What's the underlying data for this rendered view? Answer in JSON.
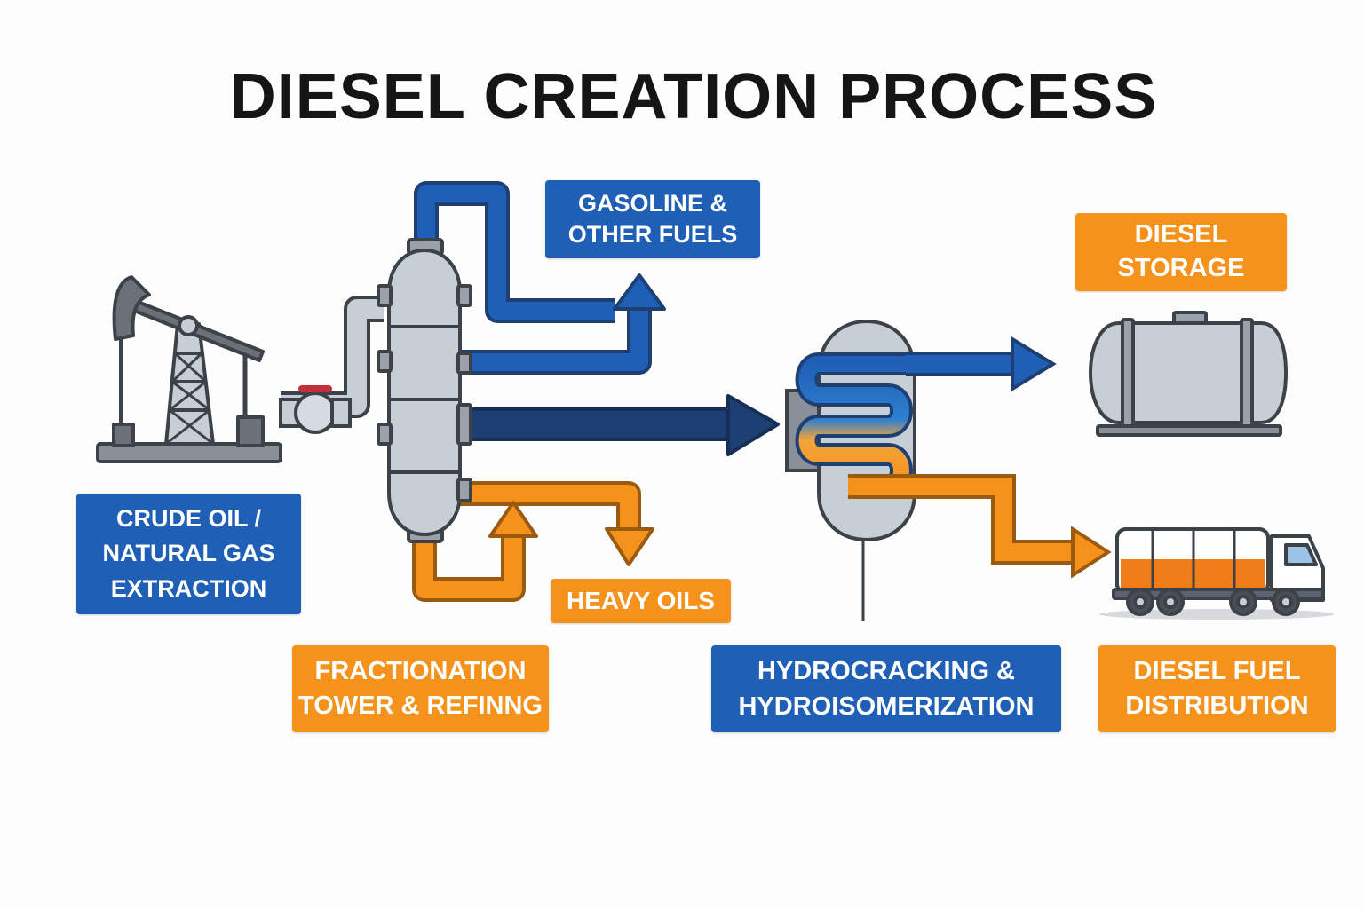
{
  "title": "DIESEL CREATION PROCESS",
  "colors": {
    "blue": "#1f5fb6",
    "dark_blue": "#1e3f72",
    "orange": "#f5921c",
    "steel": "#c8ced6",
    "outline": "#3d4148",
    "background": "#fdfdfd"
  },
  "labels": {
    "gasoline": [
      "GASOLINE &",
      "OTHER FUELS"
    ],
    "diesel_storage": [
      "DIESEL",
      "STORAGE"
    ],
    "crude": [
      "CRUDE OIL /",
      "NATURAL GAS",
      "EXTRACTION"
    ],
    "heavy_oils": [
      "HEAVY OILS"
    ],
    "fractionation": [
      "FRACTIONATION",
      "TOWER & REFINNG"
    ],
    "hydrocracking": [
      "HYDROCRACKING &",
      "HYDROISOMERIZATION"
    ],
    "distribution": [
      "DIESEL FUEL",
      "DISTRIBUTION"
    ]
  },
  "icons": {
    "pump": "pumpjack-icon",
    "valve": "valve-icon",
    "tower": "fractionation-tower-icon",
    "reactor": "hydrocracking-reactor-icon",
    "tank": "storage-tank-icon",
    "truck": "tanker-truck-icon"
  }
}
